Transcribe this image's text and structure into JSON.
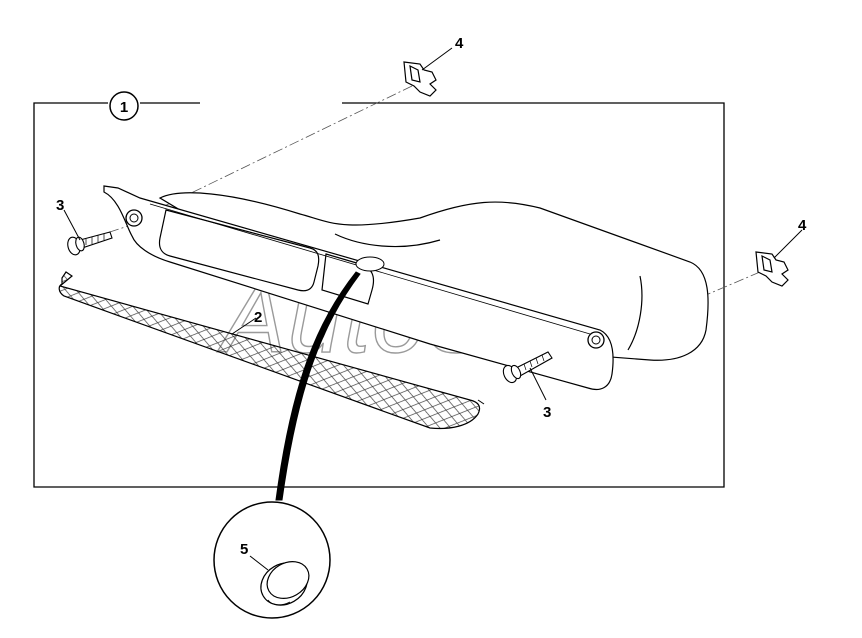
{
  "callouts": {
    "assembly": "1",
    "grille": "2",
    "bolt_left": "3",
    "bolt_right": "3",
    "clip_top": "4",
    "clip_right": "4",
    "plug": "5"
  },
  "watermark": "AutoSoft"
}
